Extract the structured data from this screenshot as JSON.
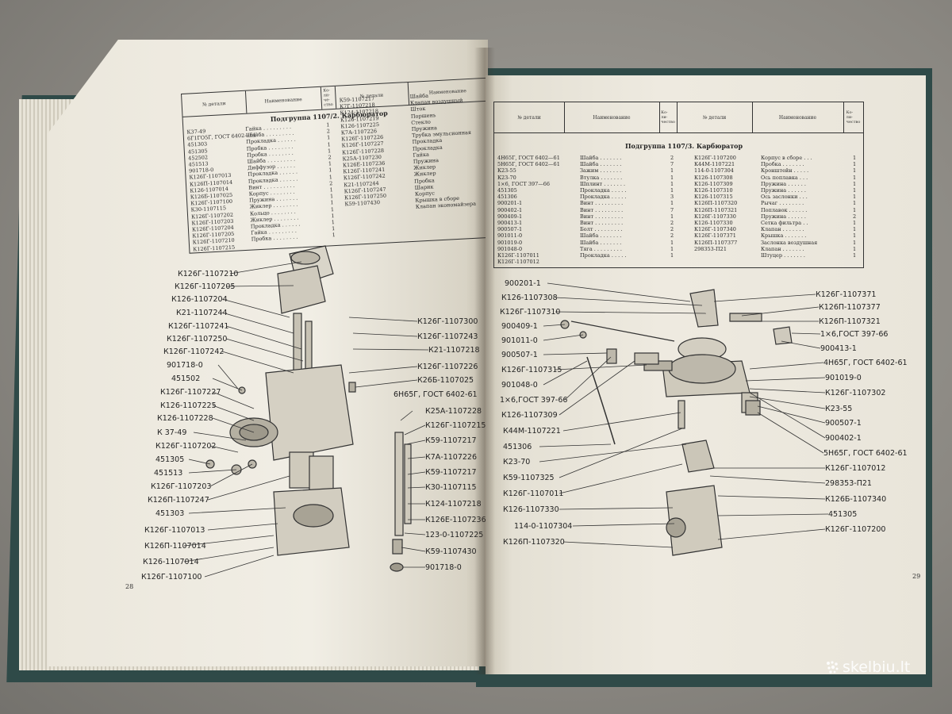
{
  "left_page": {
    "header": {
      "col1": "№ детали",
      "col2": "Наименование",
      "col3": "Ко-\nли-\nче-\nство",
      "col4": "№ детали",
      "col5": "Наименование"
    },
    "title": "Подгруппа 1107/2. Карбюратор",
    "parts_col": "К37-49\n6Г1ГО5Г, ГОСТ 6402—61\n451303\n451305\n452502\n451513\n901718-0\nК126Г-1107013\nК126П-1107014\nК126-1107014\nК126Б-1107025\nК126Г-1107100\nК30-1107115\nК126Г-1107202\nК126Г-1107203\nК126Г-1107204\nК126Г-1107205\nК126Г-1107210\nК126Г-1107215",
    "names_col": "Гайка . . . . . . . . .\nШайба . . . . . . . . .\nПрокладка . . . . . .\nПробка . . . . . . . .\nПробка . . . . . . . .\nШайба . . . . . . . . .\nДиффузор . . . . . .\nПрокладка . . . . . .\nПрокладка . . . . . .\nВинт . . . . . . . . . .\nКорпус . . . . . . . .\nПружина . . . . . . .\nЖиклер . . . . . . . .\nКольцо . . . . . . . .\nЖиклер . . . . . . . .\nПрокладка . . . . . .\nГайка . . . . . . . . .\nПробка . . . . . . . .",
    "qty_col": "1\n2\n1\n1\n1\n2\n1\n1\n1\n2\n1\n1\n1\n1\n1\n1\n1\n1",
    "parts_col2": "К59-1107217\nК7Г-1107218\nК124-1107218\nК126-1107219\nК126-1107225\nК7А-1107226\nК126Г-1107226\nК126Г-1107227\nК126Г-1107228\nК25А-1107230\nК126Е-1107236\nК126Г-1107241\nК126Г-1107242\nК21-1107244\nК126Г-1107247\nК126Г-1107250\nК59-1107430",
    "names_col2": "Шайба\nКлапан воздушный\nШток\nПоршень\nСтекло\nПружина\nТрубка эмульсионная\nПрокладка\nПрокладка\nГайка\nПружина\nЖиклер\nЖиклер\nПробка\nШарик\nКорпус\nКрышка в сборе\nКлапан экономайзера",
    "callouts_left": [
      "К126Г-1107210",
      "К126Г-1107205",
      "К126-1107204",
      "К21-1107244",
      "К126Г-1107241",
      "К126Г-1107250",
      "К126Г-1107242",
      "901718-0",
      "451502",
      "К126Г-1107227",
      "К126-1107225",
      "К126-1107228",
      "К 37-49",
      "К126Г-1107202",
      "451305",
      "451513",
      "К126Г-1107203",
      "К126П-1107247",
      "451303",
      "К126Г-1107013",
      "К126П-1107014",
      "К126-1107014",
      "К126Г-1107100"
    ],
    "callouts_right": [
      "К126Г-1107300",
      "К126Г-1107243",
      "К21-1107218",
      "К126Г-1107226",
      "К26Б-1107025",
      "6Н65Г, ГОСТ 6402-61",
      "К25А-1107228",
      "К126Г-1107215",
      "К59-1107217",
      "К7А-1107226",
      "К59-1107217",
      "К30-1107115",
      "К124-1107218",
      "К126Е-1107236",
      "123-0-1107225",
      "К59-1107430",
      "901718-0"
    ],
    "page_number": "28"
  },
  "right_page": {
    "header": {
      "col1": "№ детали",
      "col2": "Наименование",
      "col3": "Ко-\nли-\nчество",
      "col4": "№ детали",
      "col5": "Наименование",
      "col6": "Ко-\nли-\nчество"
    },
    "title": "Подгруппа 1107/3. Карбюратор",
    "parts_col": "4Н65Г, ГОСТ 6402—61\n5Н65Г, ГОСТ 6402—61\nК23-55\nК23-70\n1×6, ГОСТ 397—66\n451305\n451306\n900201-1\n900402-1\n900409-1\n900413-1\n900507-1\n901011-0\n901019-0\n901048-0\nК126Г-1107011\nК126Г-1107012",
    "names_col": "Шайба . . . . . . .\nШайба . . . . . . .\nЗажим . . . . . . .\nВтулка . . . . . . .\nШплинт . . . . . . .\nПрокладка . . . . .\nПрокладка . . . . .\nВинт . . . . . . . . .\nВинт . . . . . . . . .\nВинт . . . . . . . . .\nВинт . . . . . . . . .\nБолт . . . . . . . . .\nШайба . . . . . . .\nШайба . . . . . . .\nТяга . . . . . . . . .\nПрокладка . . . . .",
    "qty_col": "2\n7\n1\n1\n1\n1\n3\n1\n7\n1\n2\n2\n2\n1\n1\n1",
    "parts_col2": "К126Г-1107200\nК44М-1107221\n114-0-1107304\nК126-1107308\nК126-1107309\nК126-1107310\nК126-1107315\nК126П-1107320\nК126П-1107321\nК126Г-1107330\nК126-1107330\nК126Г-1107340\nК126Г-1107371\nК126П-1107377\n298353-П21",
    "names_col2": "Корпус в сборе . . .\nПробка . . . . . . .\nКронштейн . . . . .\nОсь поплавка . . .\nПружина . . . . . .\nПружина . . . . . .\nОсь заслонки . . .\nРычаг . . . . . . . .\nПоплавок . . . . . .\nПружина . . . . . .\nСетка фильтра . .\nКлапан . . . . . . .\nКрышка . . . . . . .\nЗаслонка воздушная\nКлапан . . . . . . .\nШтуцер . . . . . . .",
    "qty_col2": "1\n1\n1\n1\n1\n1\n1\n1\n1\n2\n1\n1\n1\n1\n1\n1",
    "callouts_left": [
      "900201-1",
      "К126-1107308",
      "К126Г-1107310",
      "900409-1",
      "901011-0",
      "900507-1",
      "К126Г-1107315",
      "901048-0",
      "1×6,ГОСТ 397-66",
      "К126-1107309",
      "К44М-1107221",
      "451306",
      "К23-70",
      "К59-1107325",
      "К126Г-1107011",
      "К126-1107330",
      "114-0-1107304",
      "К126П-1107320"
    ],
    "callouts_right": [
      "К126Г-1107371",
      "К126П-1107377",
      "К126П-1107321",
      "1×6,ГОСТ 397-66",
      "900413-1",
      "4Н65Г, ГОСТ 6402-61",
      "901019-0",
      "К126Г-1107302",
      "К23-55",
      "900507-1",
      "900402-1",
      "5Н65Г, ГОСТ 6402-61",
      "К126Г-1107012",
      "298353-П21",
      "К126Б-1107340",
      "451305",
      "К126Г-1107200"
    ],
    "page_number": "29"
  },
  "watermark": {
    "text": "skelbiu.lt",
    "color": "#ffffff"
  }
}
